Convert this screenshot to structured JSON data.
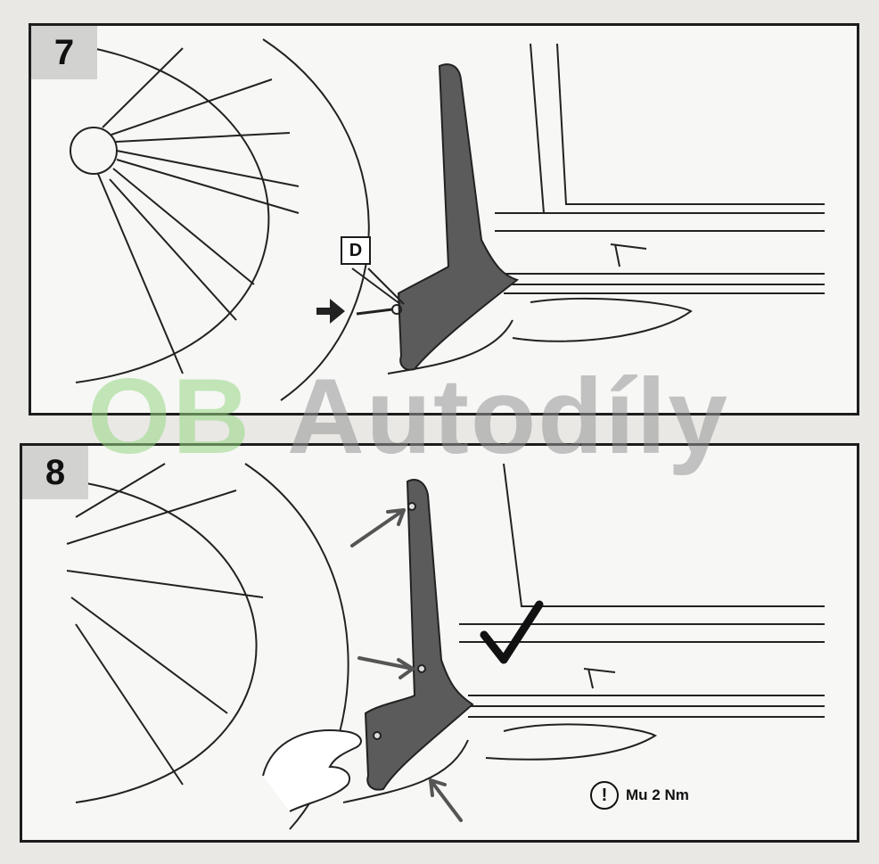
{
  "steps": [
    {
      "number": "7",
      "callout": "D"
    },
    {
      "number": "8",
      "torque_label": "Mu 2 Nm",
      "warning_symbol": "!"
    }
  ],
  "watermark": {
    "part1": "OB",
    "part2": "Autodíly"
  },
  "icons": [
    "arrow-icon",
    "checkmark-icon",
    "warning-icon",
    "screw-icon",
    "hand-icon"
  ],
  "colors": {
    "line": "#1c1c1c",
    "panel_bg": "#f7f7f5",
    "label_bg": "#d2d2d0",
    "watermark_green": "#96d782",
    "watermark_gray": "#969696"
  }
}
